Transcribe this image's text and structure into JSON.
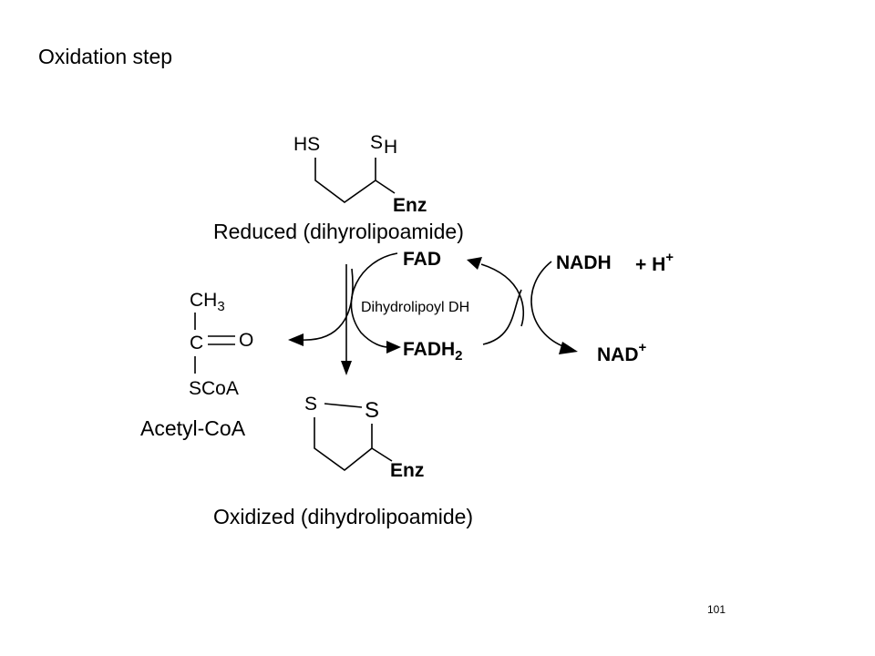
{
  "slide": {
    "title": "Oxidation step",
    "page_number": "101"
  },
  "reduced": {
    "hs_left": "HS",
    "s_right": "S",
    "h_right": "H",
    "enz": "Enz",
    "caption": "Reduced (dihyrolipoamide)"
  },
  "oxidized": {
    "s_left": "S",
    "s_right": "S",
    "enz": "Enz",
    "caption": "Oxidized (dihydrolipoamide)"
  },
  "acetyl_coa": {
    "ch": "CH",
    "ch_sub": "3",
    "c": "C",
    "o": "O",
    "scoa": "SCoA",
    "caption": "Acetyl-CoA"
  },
  "cofactors": {
    "fad": "FAD",
    "fadh": "FADH",
    "fadh_sub": "2",
    "nadh": "NADH",
    "plus_h": "+ H",
    "plus_h_sup": "+",
    "nad": "NAD",
    "nad_sup": "+"
  },
  "enzyme": {
    "label": "Dihydrolipoyl DH"
  }
}
